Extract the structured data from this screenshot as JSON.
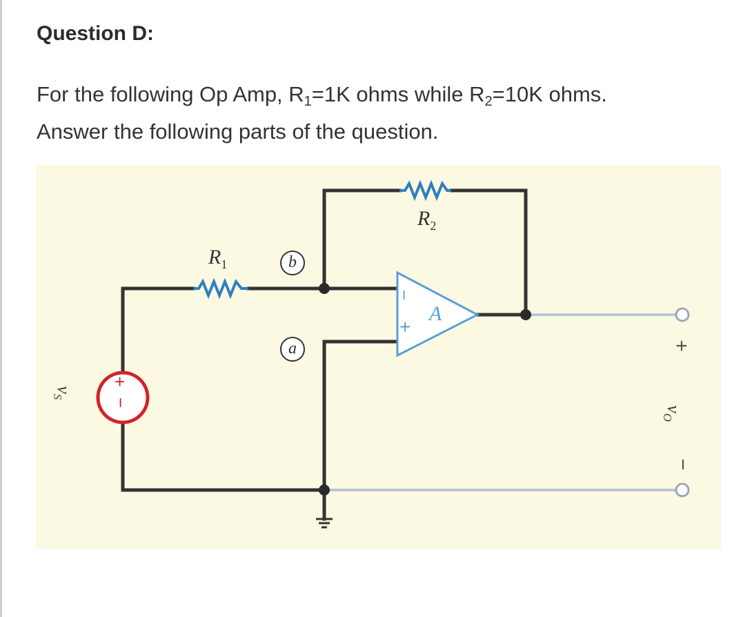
{
  "question": {
    "heading": "Question D:",
    "line1_prefix": "For the following Op Amp, R",
    "r1_sub": "1",
    "line1_mid": "=1K ohms while R",
    "r2_sub": "2",
    "line1_suffix": "=10K ohms.",
    "line2": "Answer the following parts of the question."
  },
  "circuit": {
    "r1_label": "R",
    "r1_sub": "1",
    "r2_label": "R",
    "r2_sub": "2",
    "node_b": "b",
    "node_a": "a",
    "amp_gain": "A",
    "amp_minus": "−",
    "amp_plus": "+",
    "source_label": "v",
    "source_sub": "S",
    "source_plus": "+",
    "source_minus": "−",
    "out_label": "v",
    "out_sub": "O",
    "out_plus": "+",
    "out_minus": "−",
    "colors": {
      "background": "#fbf9e1",
      "wire": "#333333",
      "resistor": "#2f7fc0",
      "opamp": "#5a9fd6",
      "source": "#d2232a",
      "output_wire": "#b8c6d6"
    }
  }
}
